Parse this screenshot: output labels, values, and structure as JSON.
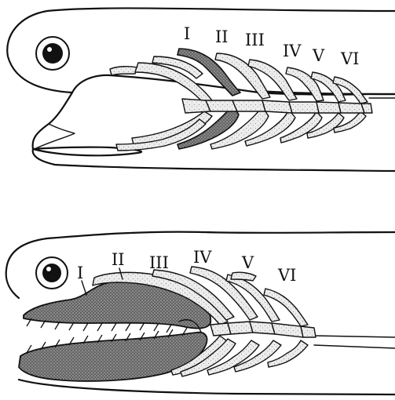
{
  "top_panel": {
    "arch_labels": [
      "I",
      "II",
      "III",
      "IV",
      "V",
      "VI"
    ]
  },
  "bottom_panel": {
    "arch_labels": [
      "I",
      "II",
      "III",
      "IV",
      "V",
      "VI"
    ]
  },
  "colors": {
    "ink": "#111111",
    "stipple_light": "#e9e9e9",
    "stipple_dark": "#555555",
    "background": "#ffffff"
  }
}
